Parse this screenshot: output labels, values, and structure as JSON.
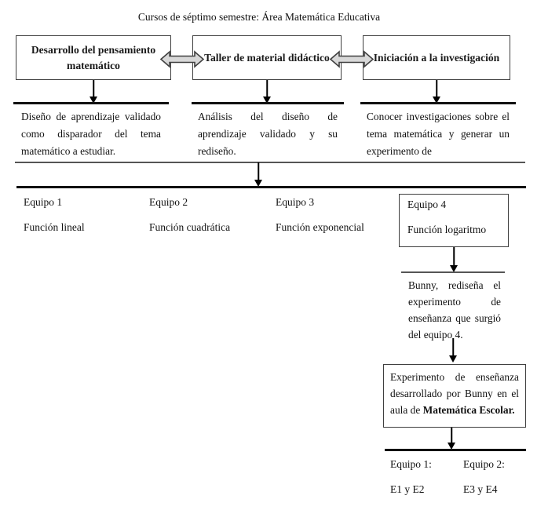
{
  "title": "Cursos de séptimo semestre: Área Matemática Educativa",
  "top_boxes": [
    {
      "label": "Desarrollo del pensamiento matemático"
    },
    {
      "label": "Taller de material didáctico"
    },
    {
      "label": "Iniciación a la investigación"
    }
  ],
  "descriptions": [
    "Diseño de aprendizaje validado como disparador del tema matemático a estudiar.",
    "Análisis del diseño de aprendizaje validado y su rediseño.",
    "Conocer investigaciones sobre el tema matemática y generar un experimento de"
  ],
  "teams": [
    {
      "name": "Equipo 1",
      "function": "Función lineal"
    },
    {
      "name": "Equipo 2",
      "function": "Función cuadrática"
    },
    {
      "name": "Equipo 3",
      "function": "Función exponencial"
    },
    {
      "name": "Equipo 4",
      "function": "Función logaritmo"
    }
  ],
  "bunny_note": "Bunny, rediseña el experimento de enseñanza que surgió del equipo 4.",
  "experiment_box": {
    "text_regular": "Experimento de enseñanza desarrollado por Bunny en el aula de ",
    "text_bold": "Matemática Escolar."
  },
  "bottom_groups": [
    {
      "label": "Equipo 1:",
      "members": "E1 y E2"
    },
    {
      "label": "Equipo 2:",
      "members": "E3 y E4"
    }
  ],
  "colors": {
    "double_arrow_fill": "#d8d8d8",
    "double_arrow_stroke": "#404040",
    "line_color": "#000000"
  }
}
